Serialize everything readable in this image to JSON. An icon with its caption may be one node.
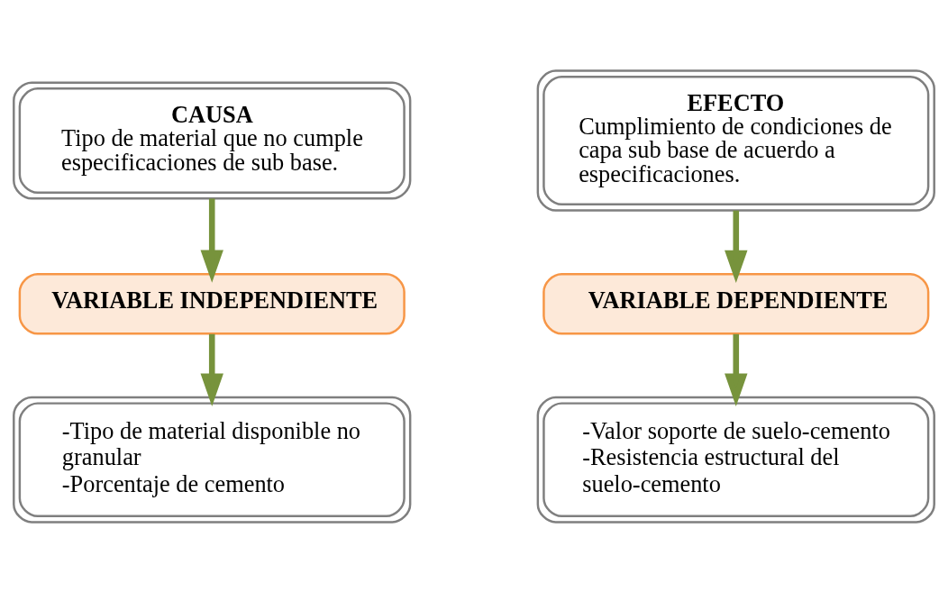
{
  "diagram": {
    "nodes": [
      {
        "text": [
          "CAUSA",
          "Tipo de material que no cumple especificaciones de sub base."
        ]
      },
      {
        "text": [
          "EFECTO",
          "Cumplimiento de condiciones de capa sub base de acuerdo a especificaciones."
        ]
      },
      {
        "text": [
          "VARIABLE INDEPENDIENTE"
        ]
      },
      {
        "text": [
          "VARIABLE DEPENDIENTE"
        ]
      },
      {
        "text": [
          "-Tipo de material disponible no granular",
          "-Porcentaje de cemento"
        ]
      },
      {
        "text": [
          "-Valor soporte de suelo-cemento",
          "-Resistencia estructural del suelo-cemento"
        ]
      }
    ],
    "edges": [
      {
        "from": 0,
        "to": 2,
        "arrow": "to"
      },
      {
        "from": 2,
        "to": 4,
        "arrow": "to"
      },
      {
        "from": 1,
        "to": 3,
        "arrow": "to"
      },
      {
        "from": 3,
        "to": 5,
        "arrow": "to"
      }
    ]
  }
}
